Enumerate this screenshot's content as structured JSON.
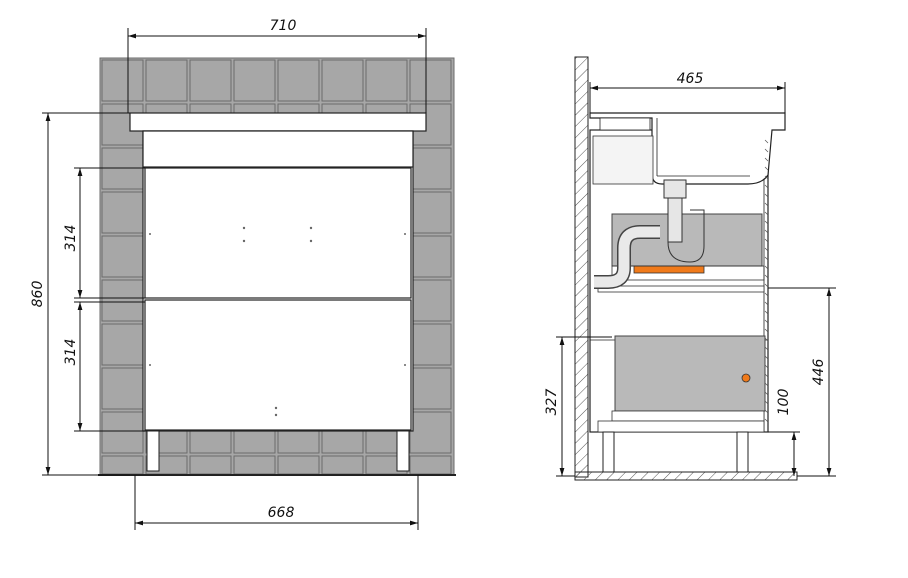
{
  "front_view": {
    "overall_width": "710",
    "overall_height": "860",
    "drawer_top_height": "314",
    "drawer_bottom_height": "314",
    "cabinet_width": "668"
  },
  "side_view": {
    "depth": "465",
    "floor_to_shelf": "446",
    "lower_drawer_height": "327",
    "leg_height": "100"
  },
  "colors": {
    "tile": "#a7a7a7",
    "grout": "#6b6b6b",
    "drawer_panel": "#b9b9b9",
    "accent": "#f07a1a",
    "line": "#111111"
  }
}
